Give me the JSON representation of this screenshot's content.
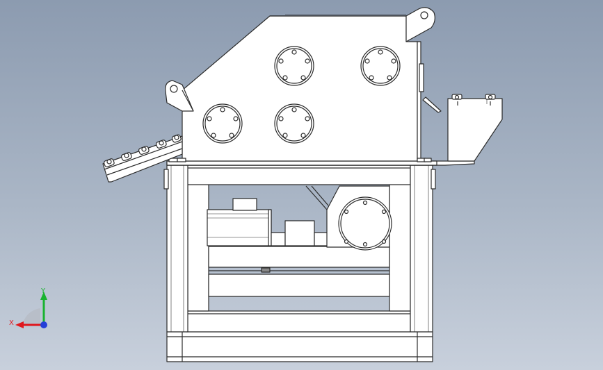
{
  "viewport": {
    "background_top": "#8c9bb0",
    "background_bottom": "#c8d0dc",
    "line_color": "#2b2b2b",
    "fill_color": "#ffffff"
  },
  "triad": {
    "x_label": "X",
    "y_label": "Y",
    "x_color": "#e0181e",
    "y_color": "#19b330",
    "z_color": "#2540d8"
  },
  "model": {
    "description_icon": "machine-assembly-front-view"
  }
}
